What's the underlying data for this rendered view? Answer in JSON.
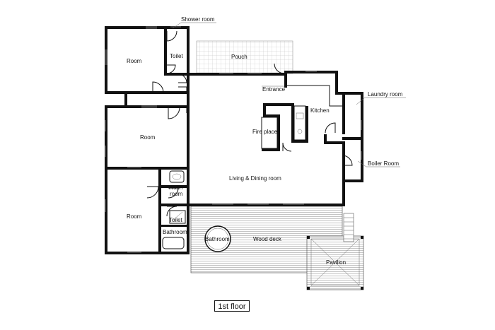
{
  "labels": {
    "shower_room": "Shower room",
    "toilet_top": "Toilet",
    "pouch": "Pouch",
    "room_top": "Room",
    "entrance": "Entrance",
    "laundry_room": "Laundry room",
    "kitchen": "Kitchen",
    "room_middle": "Room",
    "fire_place": "Fire place",
    "boiler_room": "Boiler Room",
    "living_dining": "Living & Dining room",
    "wash_room_1": "Wash",
    "wash_room_2": "room",
    "room_bottom": "Room",
    "toilet_bottom": "Toilet",
    "bathroom_small": "Bathroom",
    "bathroom_tub": "Bathroom",
    "wood_deck": "Wood deck",
    "pavilion": "Pavilion"
  },
  "floor": {
    "title": "1st floor"
  }
}
